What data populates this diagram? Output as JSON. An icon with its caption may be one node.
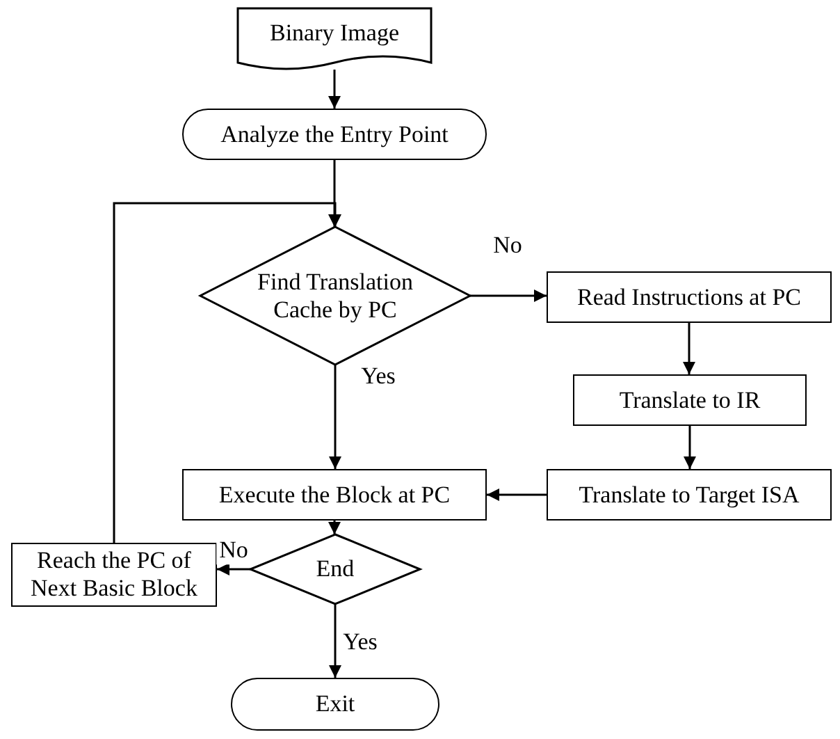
{
  "diagram": {
    "nodes": [
      {
        "text": [
          "Binary Image"
        ]
      },
      {
        "text": [
          "Analyze the Entry Point"
        ]
      },
      {
        "text": [
          "Find Translation Cache by PC"
        ]
      },
      {
        "text": [
          "Read Instructions at PC"
        ]
      },
      {
        "text": [
          "Translate to IR"
        ]
      },
      {
        "text": [
          "Execute the Block at PC"
        ]
      },
      {
        "text": [
          "Translate to Target ISA"
        ]
      },
      {
        "text": [
          "Reach the PC of Next Basic Block"
        ]
      },
      {
        "text": [
          "End"
        ]
      },
      {
        "text": [
          "Exit"
        ]
      }
    ],
    "edges": [
      {
        "from": 0,
        "to": 1,
        "arrow": "to"
      },
      {
        "from": 1,
        "to": 2,
        "arrow": "to"
      },
      {
        "from": 7,
        "to": 2,
        "arrow": "to"
      },
      {
        "from": 2,
        "to": 3,
        "label": "No",
        "arrow": "to"
      },
      {
        "from": 3,
        "to": 4,
        "arrow": "to"
      },
      {
        "from": 4,
        "to": 6,
        "arrow": "to"
      },
      {
        "from": 6,
        "to": 5,
        "arrow": "to"
      },
      {
        "from": 2,
        "to": 5,
        "label": "Yes",
        "arrow": "to"
      },
      {
        "from": 5,
        "to": 8,
        "arrow": "to"
      },
      {
        "from": 8,
        "to": 7,
        "label": "No",
        "arrow": "to"
      },
      {
        "from": 8,
        "to": 9,
        "label": "Yes",
        "arrow": "to"
      }
    ]
  }
}
